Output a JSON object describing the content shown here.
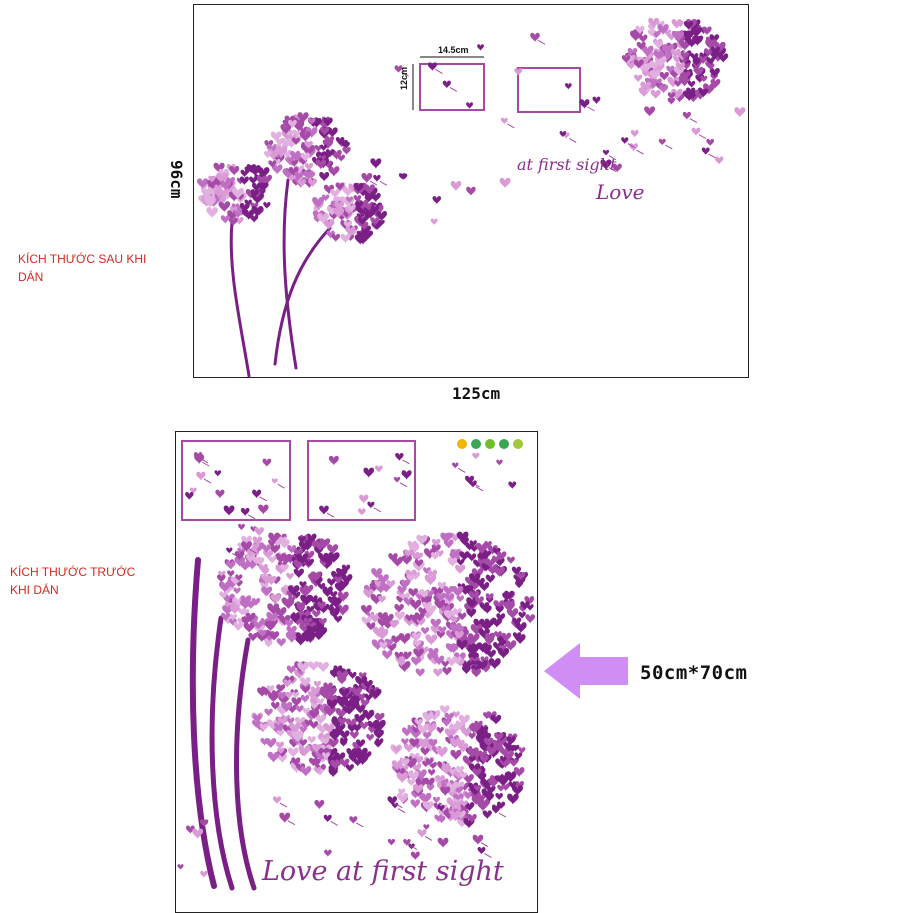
{
  "labels": {
    "after": "KÍCH THƯỚC SAU KHI DÁN",
    "before": "KÍCH THƯỚC TRƯỚC KHI DÁN"
  },
  "after_image": {
    "width_label": "125cm",
    "height_label": "96cm",
    "frame_width_label": "14.5cm",
    "frame_height_label": "12cm",
    "script_line1": "at first sight",
    "script_line2": "Love"
  },
  "before_image": {
    "size_label": "50cm*70cm",
    "script": "Love at first sight"
  },
  "colors": {
    "label_red": "#d42a1f",
    "purple_dark": "#7a1f86",
    "purple_mid": "#a64aa8",
    "pink_light": "#d99ad6",
    "arrow_violet": "#d08ef5"
  }
}
